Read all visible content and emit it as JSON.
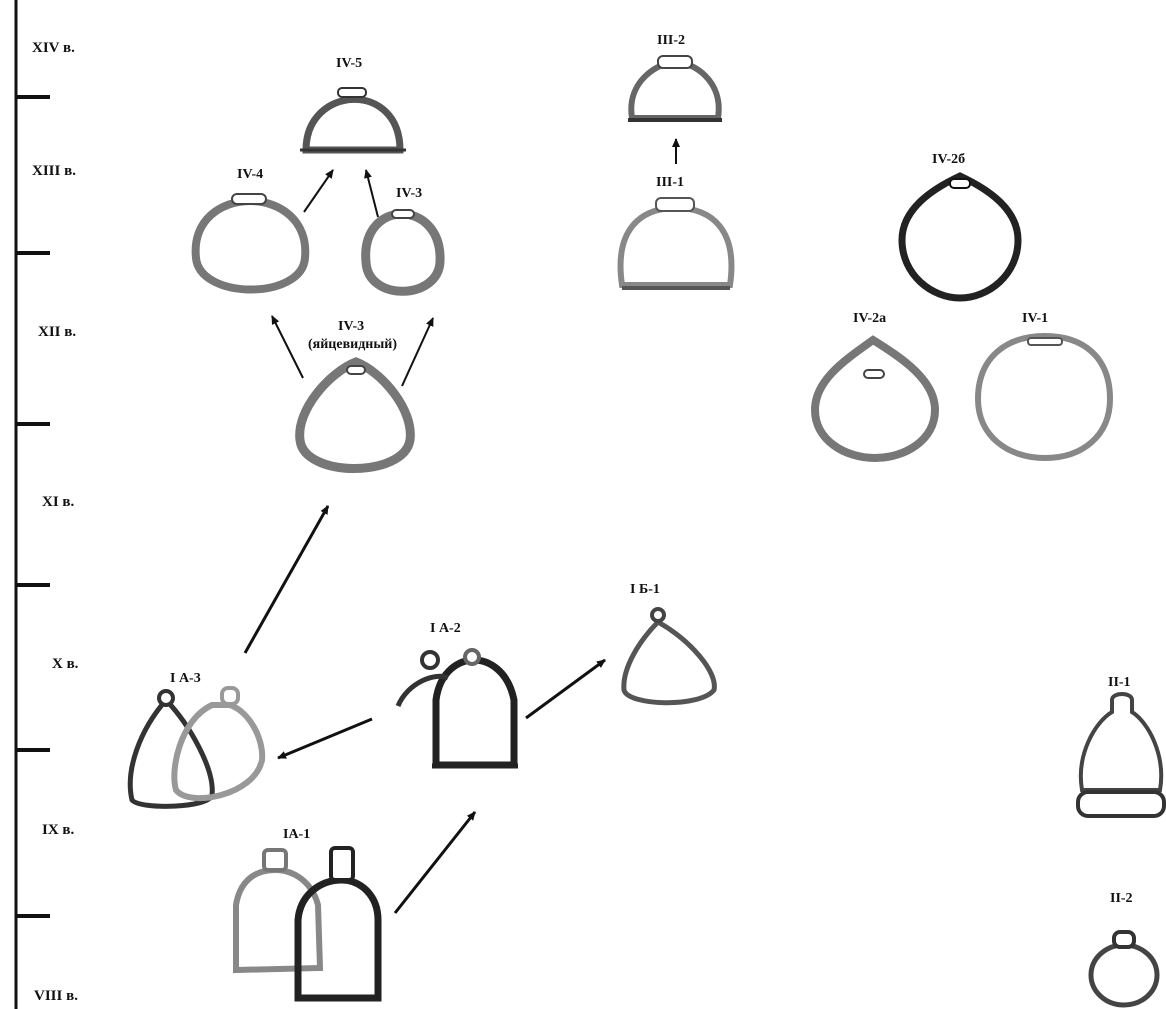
{
  "timeline": {
    "centuries": [
      "XIV в.",
      "XIII в.",
      "XII в.",
      "XI в.",
      "X в.",
      "IX в.",
      "VIII в."
    ]
  },
  "types": {
    "iv5": "IV-5",
    "iv4": "IV-4",
    "iv3_upper": "IV-3",
    "iv3_lower": "IV-3",
    "iv3_note": "(яйцевидный)",
    "iii2": "III-2",
    "iii1": "III-1",
    "iv2b": "IV-2б",
    "iv2a": "IV-2а",
    "iv1": "IV-1",
    "ia3": "I А-3",
    "ia2": "I А-2",
    "ib1": "I Б-1",
    "ia1": "IA-1",
    "ii1": "II-1",
    "ii2": "II-2"
  }
}
